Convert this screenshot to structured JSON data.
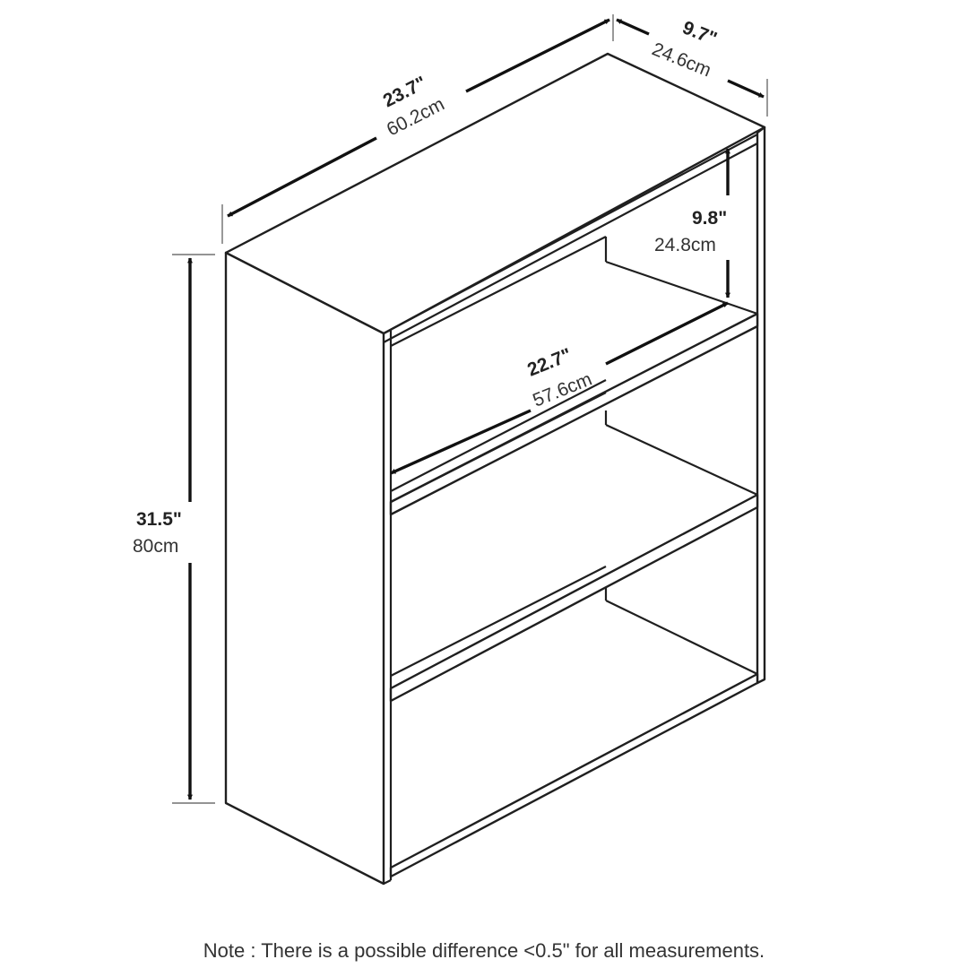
{
  "dimensions": {
    "overall_width": {
      "in": "23.7\"",
      "cm": "60.2cm"
    },
    "depth": {
      "in": "9.7\"",
      "cm": "24.6cm"
    },
    "shelf_gap": {
      "in": "9.8\"",
      "cm": "24.8cm"
    },
    "inner_width": {
      "in": "22.7\"",
      "cm": "57.6cm"
    },
    "height": {
      "in": "31.5\"",
      "cm": "80cm"
    }
  },
  "note": "Note : There is a possible difference <0.5\" for all measurements."
}
